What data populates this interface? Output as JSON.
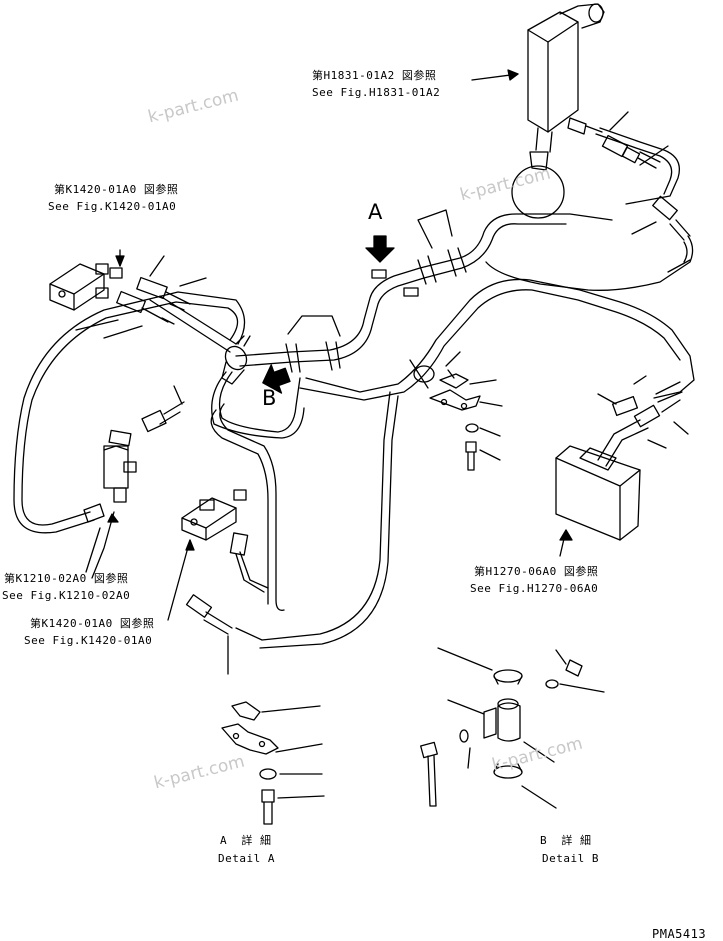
{
  "refs": {
    "h1831_jp": "第H1831-01A2 図参照",
    "h1831_en": "See Fig.H1831-01A2",
    "k1420_top_jp": "第K1420-01A0 図参照",
    "k1420_top_en": "See Fig.K1420-01A0",
    "k1210_jp": "第K1210-02A0 図参照",
    "k1210_en": "See Fig.K1210-02A0",
    "k1420_bottom_jp": "第K1420-01A0 図参照",
    "k1420_bottom_en": "See Fig.K1420-01A0",
    "h1270_jp": "第H1270-06A0 図参照",
    "h1270_en": "See Fig.H1270-06A0"
  },
  "markers": {
    "a": "A",
    "b": "B"
  },
  "details": {
    "a_jp": "A  詳 細",
    "a_en": "Detail A",
    "b_jp": "B  詳 細",
    "b_en": "Detail B"
  },
  "drawing_number": "PMA5413",
  "watermark": "k-part.com"
}
